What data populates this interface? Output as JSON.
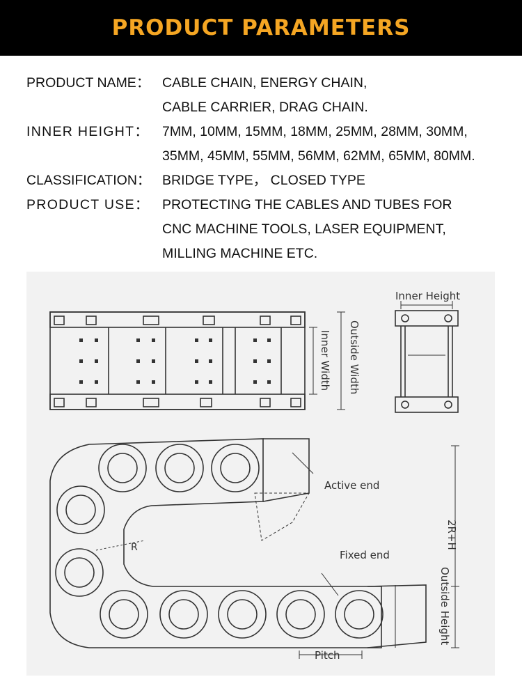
{
  "header": {
    "title": "PRODUCT PARAMETERS"
  },
  "params": [
    {
      "label": "PRODUCT NAME：",
      "lines": [
        "CABLE CHAIN, ENERGY CHAIN,",
        "CABLE CARRIER, DRAG CHAIN."
      ]
    },
    {
      "label": "INNER HEIGHT：",
      "lines": [
        "7MM, 10MM, 15MM, 18MM, 25MM, 28MM, 30MM,",
        "35MM, 45MM, 55MM, 56MM, 62MM, 65MM, 80MM."
      ]
    },
    {
      "label": "CLASSIFICATION：",
      "lines": [
        "BRIDGE TYPE，  CLOSED TYPE"
      ]
    },
    {
      "label": "PRODUCT USE：",
      "lines": [
        "PROTECTING THE CABLES AND TUBES FOR",
        "CNC MACHINE TOOLS, LASER EQUIPMENT,",
        "MILLING MACHINE ETC."
      ]
    }
  ],
  "drawing": {
    "inner_height": "Inner Height",
    "inner_width": "Inner Width",
    "outside_width": "Outside Width",
    "active_end": "Active end",
    "fixed_end": "Fixed end",
    "two_r_h": "2R+H",
    "outside_height": "Outside Height",
    "pitch": "Pitch",
    "radius": "R"
  }
}
